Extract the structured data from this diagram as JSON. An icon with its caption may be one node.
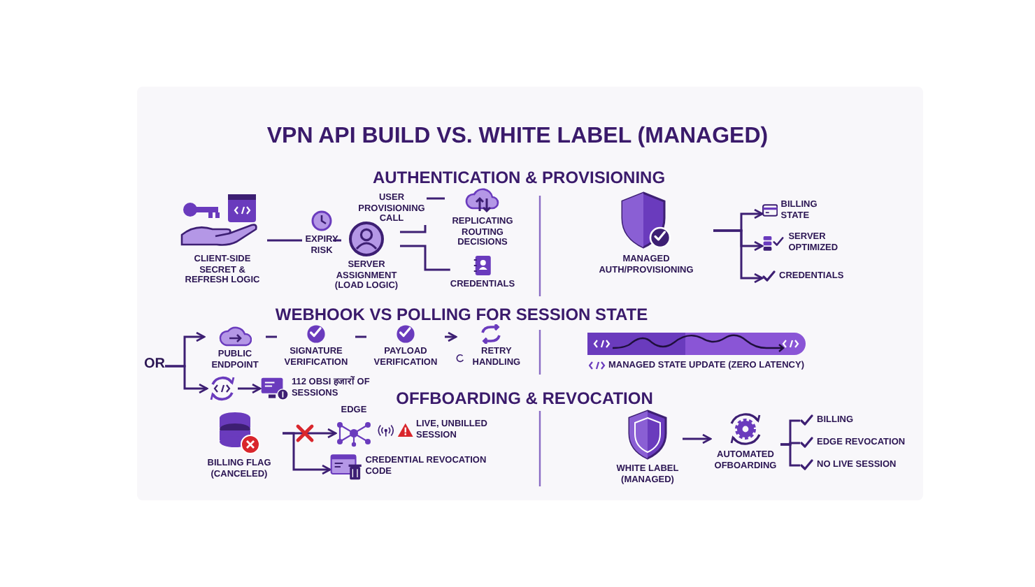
{
  "diagram": {
    "title": "VPN API BUILD VS. WHITE LABEL (MANAGED)",
    "nodes": [
      {
        "text": [
          "CLIENT-SIDE SECRET & REFRESH LOGIC"
        ]
      },
      {
        "text": [
          "EXPIRY RISK"
        ]
      },
      {
        "text": [
          "SERVER ASSIGNMENT (LOAD LOGIC)"
        ]
      },
      {
        "text": [
          "REPLICATING ROUTING DECISIONS"
        ]
      },
      {
        "text": [
          "CREDENTIALS"
        ]
      },
      {
        "text": [
          "MANAGED AUTH/PROVISIONING"
        ]
      },
      {
        "text": [
          "BILLING STATE"
        ]
      },
      {
        "text": [
          "SERVER OPTIMIZED"
        ]
      },
      {
        "text": [
          "CREDENTIALS"
        ]
      },
      {
        "text": [
          "OR"
        ]
      },
      {
        "text": [
          "PUBLIC ENDPOINT"
        ]
      },
      {
        "text": [
          "SIGNATURE VERIFICATION"
        ]
      },
      {
        "text": [
          "PAYLOAD VERIFICATION"
        ]
      },
      {
        "text": [
          "RETRY HANDLING"
        ]
      },
      {
        "text": [],
        "shape": "circle"
      },
      {
        "text": [
          "112 OBSI हजारों OF SESSIONS"
        ]
      },
      {
        "text": [
          "MANAGED STATE UPDATE (ZERO LATENCY)"
        ]
      },
      {
        "text": [
          "BILLING FLAG (CANCELED)"
        ]
      },
      {
        "text": [
          "EDGE"
        ]
      },
      {
        "text": [
          "LIVE, UNBILLED SESSION"
        ]
      },
      {
        "text": [
          "CREDENTIAL REVOCATION CODE"
        ]
      },
      {
        "text": [
          "WHITE LABEL (MANAGED)"
        ]
      },
      {
        "text": [
          "AUTOMATED OFBOARDING"
        ]
      },
      {
        "text": [
          "BILLING"
        ]
      },
      {
        "text": [
          "EDGE REVOCATION"
        ]
      },
      {
        "text": [
          "NO LIVE SESSION"
        ]
      }
    ],
    "edges": [
      {
        "from": 0,
        "to": 1,
        "arrow": "none"
      },
      {
        "from": 1,
        "to": 2,
        "arrow": "none"
      },
      {
        "from": 2,
        "to": 3,
        "arrow": "none",
        "label": "USER PROVISIONING CALL"
      },
      {
        "from": 2,
        "to": 4,
        "arrow": "none"
      },
      {
        "from": 5,
        "to": 6,
        "arrow": "to"
      },
      {
        "from": 5,
        "to": 7,
        "arrow": "to"
      },
      {
        "from": 5,
        "to": 8,
        "arrow": "to"
      },
      {
        "from": 9,
        "to": 10,
        "arrow": "to"
      },
      {
        "from": 9,
        "to": 14,
        "arrow": "to"
      },
      {
        "from": 10,
        "to": 11,
        "arrow": "none"
      },
      {
        "from": 11,
        "to": 12,
        "arrow": "none"
      },
      {
        "from": 12,
        "to": 13,
        "arrow": "to"
      },
      {
        "from": 14,
        "to": 15,
        "arrow": "to"
      },
      {
        "from": 17,
        "to": 18,
        "arrow": "to"
      },
      {
        "from": 17,
        "to": 20,
        "arrow": "to"
      },
      {
        "from": 21,
        "to": 22,
        "arrow": "to"
      },
      {
        "from": 22,
        "to": 23,
        "arrow": "none"
      },
      {
        "from": 22,
        "to": 24,
        "arrow": "none"
      },
      {
        "from": 22,
        "to": 25,
        "arrow": "none"
      }
    ],
    "labels": [
      "AUTHENTICATION & PROVISIONING",
      "WEBHOOK VS POLLING FOR SESSION STATE",
      "OFFBOARDING & REVOCATION"
    ]
  }
}
